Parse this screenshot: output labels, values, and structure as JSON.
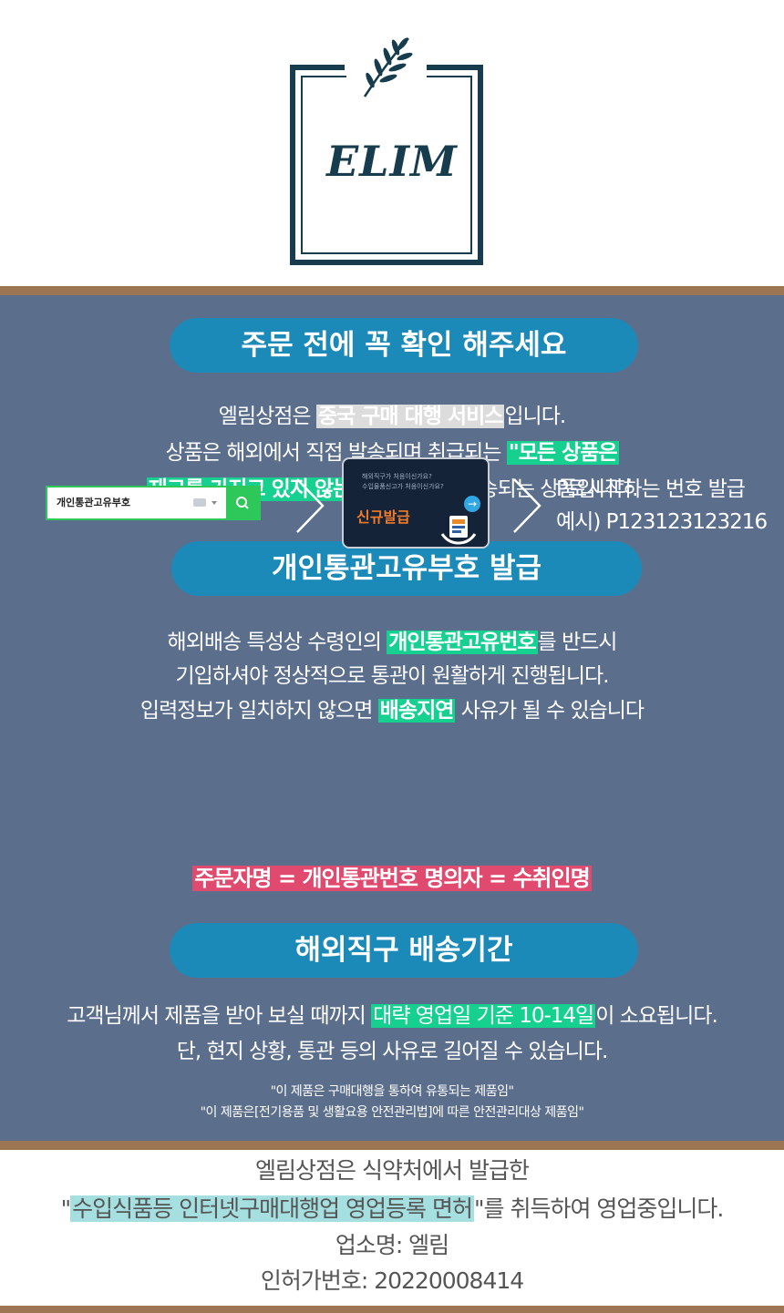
{
  "logo": {
    "text": "ELIM"
  },
  "section1": {
    "title": "주문 전에 꼭 확인 해주세요",
    "line1_pre": "엘림상점은 ",
    "line1_hl": "중국 구매 대행 서비스",
    "line1_post": "입니다.",
    "line2_pre": "상품은 해외에서 직접 발송되며 취급되는 ",
    "line2_hl": "\"모든 상품은",
    "line3_hl": "재고를 가지고 있지 않는\"",
    "line3_post": "해외에서 직배송되는 상품입니다."
  },
  "section2": {
    "title": "개인통관고유부호 발급",
    "line1_pre": "해외배송 특성상 수령인의 ",
    "line1_hl": "개인통관고유번호",
    "line1_post": "를 반드시",
    "line2": "기입하셔야 정상적으로 통관이  원활하게 진행됩니다.",
    "line3_pre": "입력정보가 일치하지 않으면 ",
    "line3_hl": "배송지연",
    "line3_post": " 사유가 될 수 있습니다",
    "search_text": "개인통관고유부호",
    "card_line1": "해외직구가 처음이신가요?",
    "card_line2": "수입물품신고가 처음이신가요?",
    "card_button": "신규발급",
    "note_line1": "P로시작하는 번호 발급",
    "note_line2": "예시) P123123123216",
    "warning": "주문자명 = 개인통관번호 명의자 = 수취인명"
  },
  "section3": {
    "title": "해외직구 배송기간",
    "line1_pre": "고객님께서 제품을 받아  보실 때까지 ",
    "line1_hl": "대략 영업일 기준 10-14일",
    "line1_post": "이 소요됩니다.",
    "line2": "단, 현지 상황, 통관 등의 사유로 길어질 수 있습니다.",
    "note1": "\"이 제품은 구매대행을 통하여 유통되는 제품임\"",
    "note2": "\"이 제품은[전기용품 및 생활요용 안전관리법]에 따른 안전관리대상 제품임\""
  },
  "footer": {
    "line1": "엘림상점은 식약처에서 발급한",
    "line2_pre": "\"",
    "line2_hl": "수입식품등 인터넷구매대행업 영업등록 면허",
    "line2_post": "\"를 취득하여 영업중입니다.",
    "line3": "업소명: 엘림",
    "line4": "인허가번호: 20220008414"
  },
  "colors": {
    "panel": "#5b6e8c",
    "pill": "#1c8ab8",
    "accent_green": "#15d08f",
    "accent_red": "#e04a6e",
    "accent_teal": "#a5dfe0",
    "brown_rule": "#9c7554",
    "logo_navy": "#163c4e"
  },
  "icons": [
    "leaf-branch-icon",
    "search-icon",
    "chevron-right-icon",
    "arrow-right-icon",
    "document-hand-icon"
  ]
}
